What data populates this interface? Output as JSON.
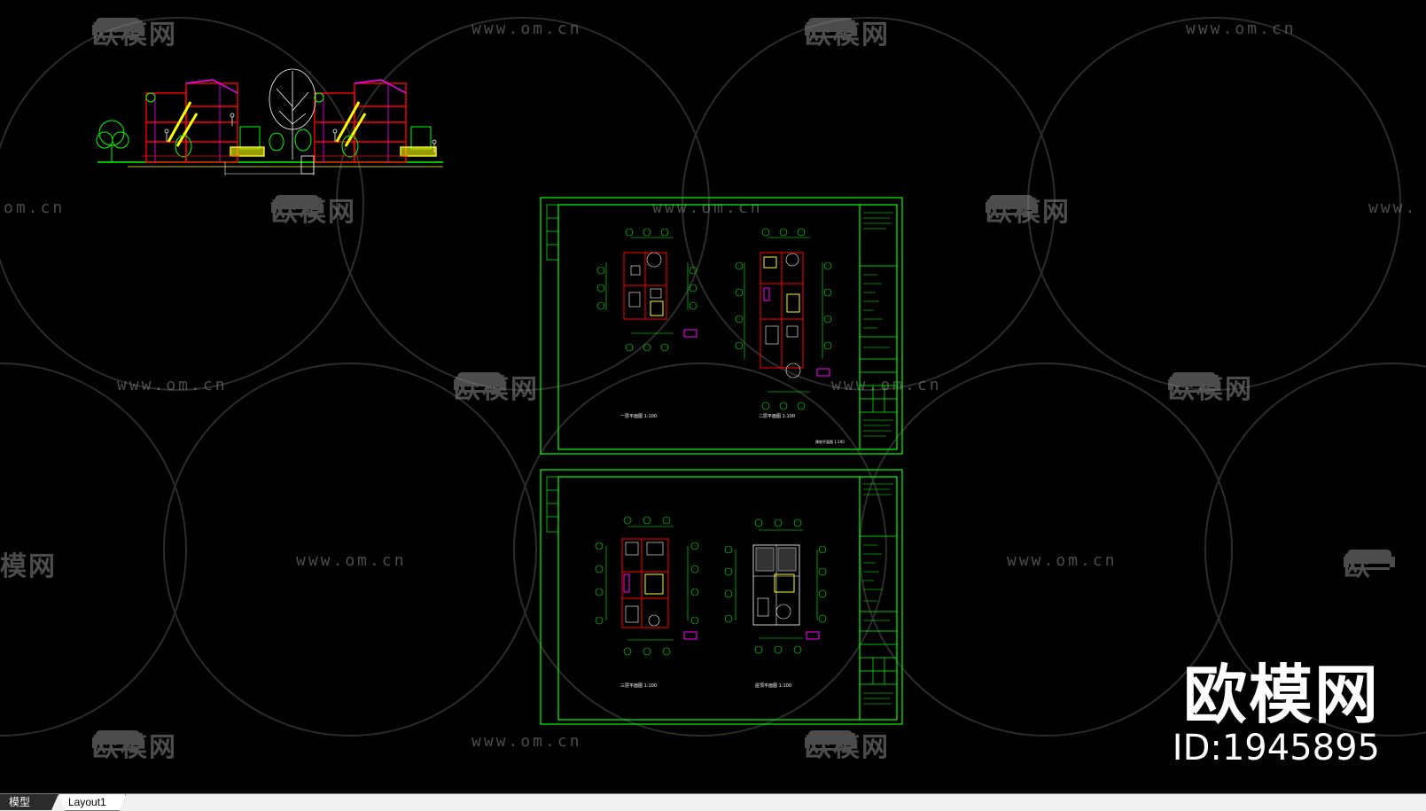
{
  "app": {
    "colors": {
      "background": "#000000",
      "cad_green": "#00ff00",
      "cad_red": "#ff0000",
      "cad_yellow": "#ffff00",
      "cad_magenta": "#ff00ff",
      "cad_white": "#ffffff",
      "watermark": "#8a8a8a"
    }
  },
  "watermark": {
    "brand_text": "欧模网",
    "url_text": "www.om.cn",
    "partial_url_left": "om.cn",
    "partial_url_right": "www.",
    "partial_brand_left": "模网",
    "partial_brand_right": "欧",
    "icon": "sofa-icon"
  },
  "corner_badge": {
    "brand": "欧模网",
    "id_label": "ID:1945895"
  },
  "drawing": {
    "sheet1": {
      "plan_left_caption": "一层平面图 1:100",
      "plan_right_caption": "二层平面图 1:100",
      "sheet_caption": "建筑平面图 1:100"
    },
    "sheet2": {
      "plan_left_caption": "三层平面图 1:100",
      "plan_right_caption": "屋顶平面图 1:100"
    }
  },
  "layout_tabs": {
    "model": "模型",
    "layout1": "Layout1"
  }
}
